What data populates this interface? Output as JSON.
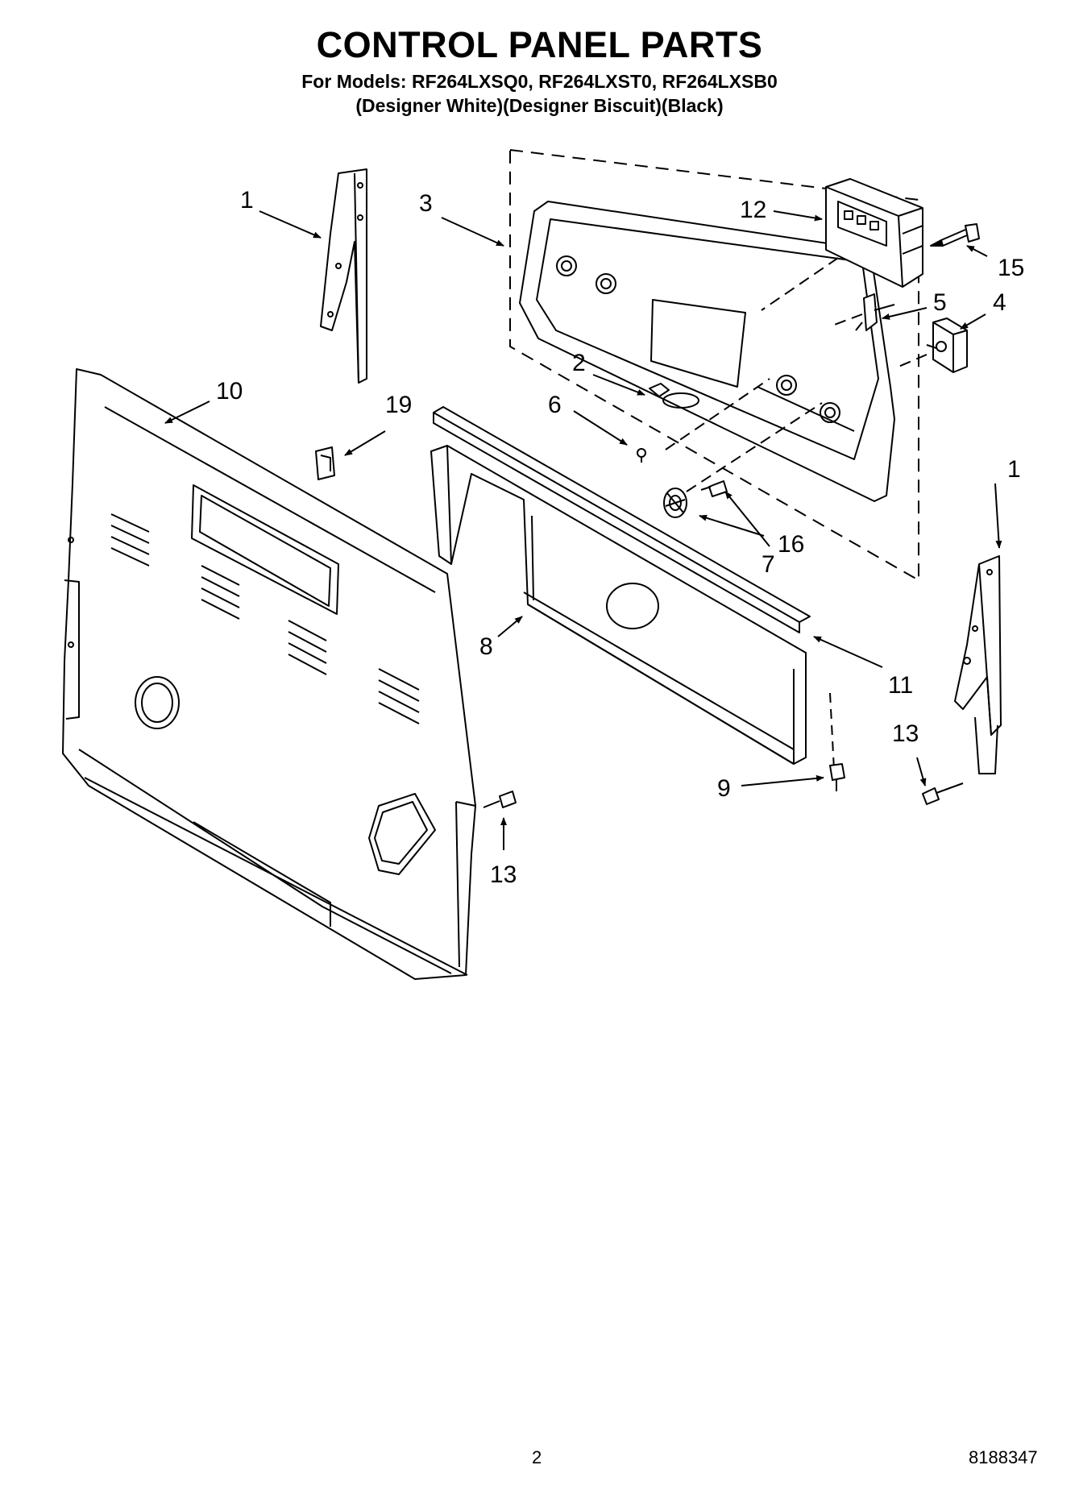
{
  "header": {
    "title": "CONTROL PANEL PARTS",
    "models_line": "For Models: RF264LXSQ0, RF264LXST0, RF264LXSB0",
    "colors_line": "(Designer White)(Designer Biscuit)(Black)"
  },
  "callouts": {
    "c1_left": "1",
    "c1_right": "1",
    "c2": "2",
    "c3": "3",
    "c4": "4",
    "c5": "5",
    "c6": "6",
    "c7": "7",
    "c8": "8",
    "c9": "9",
    "c10": "10",
    "c11": "11",
    "c12": "12",
    "c13_bottom": "13",
    "c13_right": "13",
    "c15": "15",
    "c16": "16",
    "c19": "19"
  },
  "footer": {
    "page_number": "2",
    "document_number": "8188347"
  }
}
